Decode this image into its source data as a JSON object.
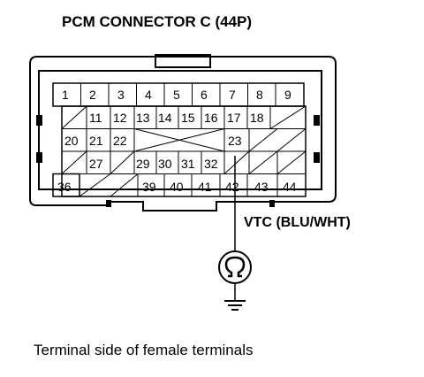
{
  "title": "PCM CONNECTOR C (44P)",
  "wire_label": "VTC (BLU/WHT)",
  "caption": "Terminal side of female terminals",
  "row1": [
    "1",
    "2",
    "3",
    "4",
    "5",
    "6",
    "7",
    "8",
    "9"
  ],
  "row2": [
    "11",
    "12",
    "13",
    "14",
    "15",
    "16",
    "17",
    "18"
  ],
  "row3": [
    "20",
    "21",
    "22",
    "23"
  ],
  "row4": [
    "27",
    "29",
    "30",
    "31",
    "32"
  ],
  "row5": [
    "36",
    "39",
    "40",
    "41",
    "42",
    "43",
    "44"
  ],
  "symbols": [
    "ohm-meter-icon",
    "ground-icon"
  ]
}
